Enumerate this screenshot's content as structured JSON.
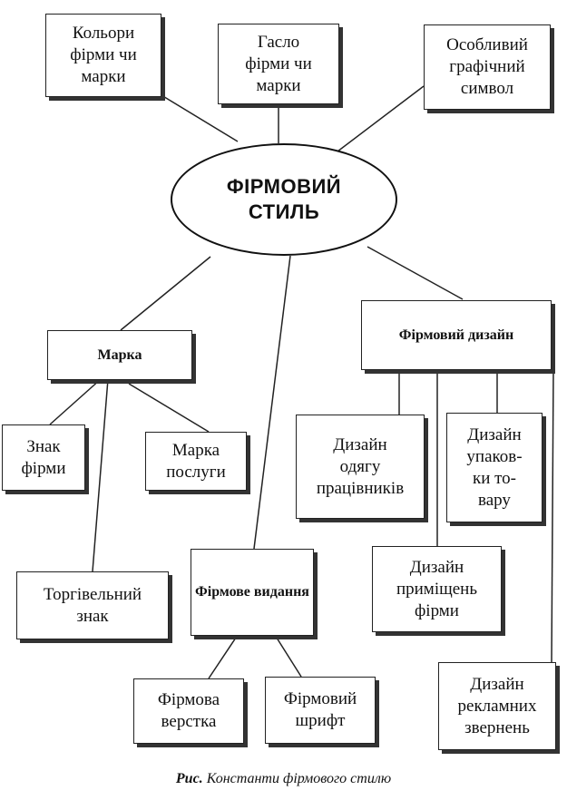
{
  "center": "ФІРМОВИЙ\nСТИЛЬ",
  "nodes": {
    "colors": "Кольори\nфірми чи\nмарки",
    "slogan": "Гасло\nфірми чи\nмарки",
    "symbol": "Особливий\nграфічний\nсимвол",
    "brand": "Марка",
    "firm_design": "Фірмовий дизайн",
    "firm_sign": "Знак\nфірми",
    "service_mark": "Марка\nпослуги",
    "trademark": "Торгівельний\nзнак",
    "firm_edition": "Фірмове\nвидання",
    "clothing_design": "Дизайн\nодягу\nпрацівників",
    "packaging_design": "Дизайн\nупаков-\nки то-\nвару",
    "premises_design": "Дизайн\nприміщень\nфірми",
    "ad_design": "Дизайн\nрекламних\nзвернень",
    "firm_layout": "Фірмова\nверстка",
    "firm_font": "Фірмовий\nшрифт"
  },
  "caption": {
    "prefix": "Рис.",
    "text": "Константи фірмового стилю"
  }
}
